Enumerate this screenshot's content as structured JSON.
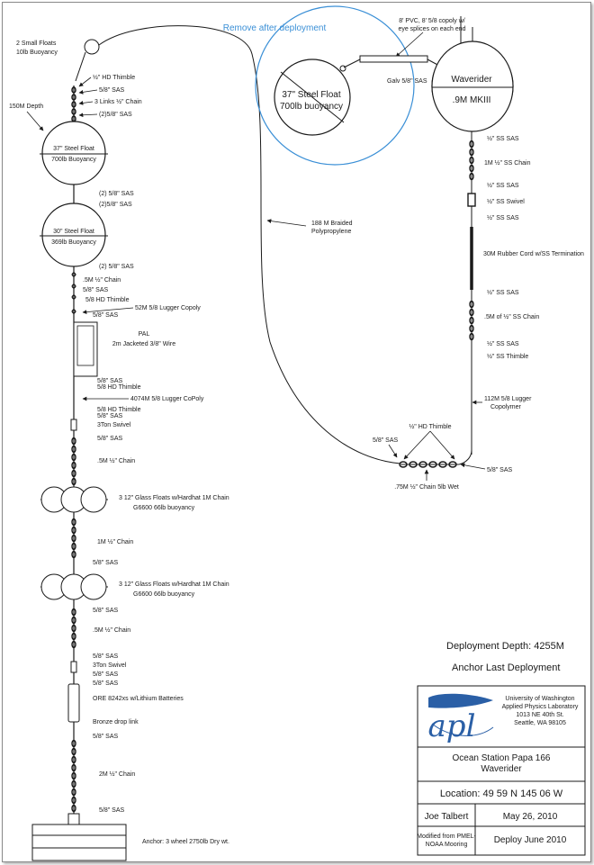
{
  "remove_note": "Remove after deployment",
  "pvc_note": [
    "8' PVC, 8' 5/8 copoly w/",
    "eye splices on each end"
  ],
  "surface": {
    "galv_sas": "Galv 5/8\" SAS",
    "float37_name": "37\" Steel Float",
    "float37_buoy": "700lb buoyancy",
    "waverider_name": "Waverider",
    "waverider_model": ".9M  MKIII"
  },
  "right_labels": [
    "½\" SS SAS",
    "1M ½\" SS Chain",
    "½\" SS SAS",
    "½\" SS Swivel",
    "½\" SS SAS",
    "30M Rubber Cord w/SS Termination",
    "½\" SS SAS",
    ".5M of ½\" SS Chain",
    "½\" SS SAS",
    "½\" SS Thimble"
  ],
  "braided": [
    "188 M Braided",
    "Polypropylene"
  ],
  "lugger112": [
    "112M 5/8 Lugger",
    "Copolymer"
  ],
  "bottom_loop": {
    "hd_thimble": "½\" HD Thimble",
    "sas_left": "5/8\" SAS",
    "sas_right": "5/8\" SAS",
    "chain": ".75M ½\" Chain 5lb Wet"
  },
  "small_floats": [
    "2 Small Floats",
    "10lb Buoyancy"
  ],
  "depth150": "150M Depth",
  "main_labels": [
    "½\" HD Thimble",
    "5/8\" SAS",
    "3 Links ½\" Chain",
    "(2)5/8\" SAS",
    "(2) 5/8\" SAS",
    "(2)5/8\" SAS",
    "(2) 5/8\" SAS",
    ".5M ½\" Chain",
    "5/8\" SAS",
    "5/8 HD Thimble",
    "52M 5/8 Lugger Copoly",
    "5/8\" SAS",
    "PAL",
    "2m Jacketed 3/8\" Wire",
    "5/8\" SAS",
    "5/8 HD Thimble",
    "4074M 5/8 Lugger CoPoly",
    "5/8 HD Thimble",
    "5/8\" SAS",
    "3Ton Swivel",
    "5/8\" SAS",
    ".5M ½\" Chain",
    "1M ½\" Chain",
    "5/8\" SAS",
    "5/8\" SAS",
    ".5M ½\" Chain",
    "5/8\" SAS",
    "3Ton Swivel",
    "5/8\" SAS",
    "5/8\" SAS",
    "ORE 8242xs w/Lithium Batteries",
    "Bronze drop link",
    "5/8\" SAS",
    "2M ½\" Chain",
    "5/8\" SAS"
  ],
  "float37": {
    "name": "37\" Steel Float",
    "buoy": "700lb Buoyancy"
  },
  "float30": {
    "name": "30\" Steel Float",
    "buoy": "369lb Buoyancy"
  },
  "glass1": [
    "3 12\" Glass Floats w/Hardhat  1M Chain",
    "G6600  66lb buoyancy"
  ],
  "glass2": [
    "3 12\" Glass Floats w/Hardhat  1M Chain",
    "G6600  66lb buoyancy"
  ],
  "anchor": "Anchor:  3 wheel 2750lb Dry wt.",
  "deployment_depth": "Deployment Depth: 4255M",
  "anchor_last": "Anchor Last Deployment",
  "title_block": {
    "org": [
      "University of Washington",
      "Applied Physics Laboratory",
      "1013 NE 40th St.",
      "Seattle, WA 98105"
    ],
    "station": [
      "Ocean Station Papa 166",
      "Waverider"
    ],
    "location": "Location: 49 59 N 145 06 W",
    "author": "Joe Talbert",
    "date": "May 26, 2010",
    "modified": [
      "Modified from PMEL-",
      "NOAA  Mooring"
    ],
    "deploy": "Deploy June 2010"
  },
  "colors": {
    "ink": "#1a1a1a",
    "accent": "#3a8fd6",
    "logo": "#2a5fa6"
  }
}
